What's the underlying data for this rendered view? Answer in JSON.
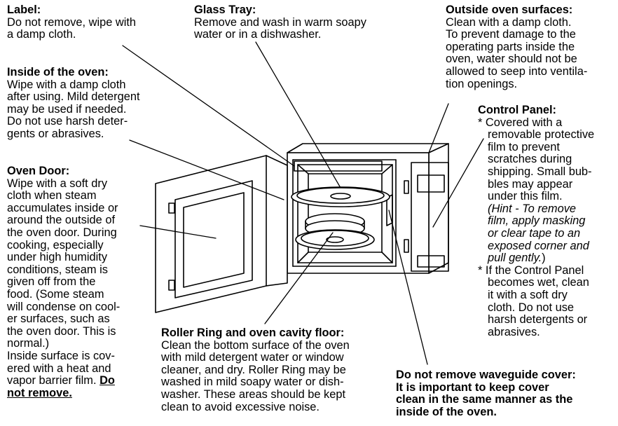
{
  "label": {
    "title": "Label:",
    "lines": [
      "Do not remove, wipe with",
      "a damp cloth."
    ]
  },
  "glass_tray": {
    "title": "Glass Tray:",
    "lines": [
      "Remove and wash in warm soapy",
      "water or in a dishwasher."
    ]
  },
  "outside_surfaces": {
    "title": "Outside oven surfaces:",
    "lines": [
      "Clean with a damp cloth.",
      "To prevent damage to the",
      "operating parts inside the",
      "oven, water should not be",
      "allowed to seep into ventila-",
      "tion openings."
    ]
  },
  "inside_oven": {
    "title": "Inside of the oven:",
    "lines": [
      "Wipe with a damp cloth",
      "after using. Mild detergent",
      "may be used if needed.",
      "Do not use harsh deter-",
      "gents or abrasives."
    ]
  },
  "control_panel": {
    "title": "Control Panel:",
    "lines": [
      "* Covered with a",
      "removable protective",
      "film to prevent",
      "scratches during",
      "shipping.  Small bub-",
      "bles may appear",
      "under this film."
    ],
    "hint_lines": [
      "(Hint - To remove",
      "film, apply masking",
      "or clear tape to an",
      "exposed corner and",
      "pull gently."
    ],
    "hint_close": ")",
    "lines2": [
      "* If the Control Panel",
      "becomes wet, clean",
      "it with a soft dry",
      "cloth. Do not use",
      "harsh detergents or",
      "abrasives."
    ]
  },
  "oven_door": {
    "title": "Oven Door:",
    "lines": [
      "Wipe with a soft dry",
      "cloth when steam",
      "accumulates inside or",
      "around the outside of",
      "the oven door. During",
      "cooking, especially",
      "under high humidity",
      "conditions, steam is",
      "given off from the",
      "food. (Some steam",
      "will condense on cool-",
      "er surfaces, such as",
      "the oven door. This is",
      "normal.)",
      "Inside surface is cov-",
      "ered with a heat and"
    ],
    "last_prefix": "vapor barrier film. ",
    "emph1": "Do",
    "emph2": "not remove."
  },
  "roller_ring": {
    "title": "Roller Ring and oven cavity floor:",
    "lines": [
      "Clean the bottom surface of the oven",
      "with mild detergent water or window",
      "cleaner, and dry. Roller Ring may be",
      "washed in mild soapy water or dish-",
      "washer. These areas should be kept",
      "clean to avoid excessive noise."
    ]
  },
  "waveguide": {
    "title": "Do not remove waveguide cover:",
    "lines": [
      "It is important to keep cover",
      "clean in the same manner as the",
      "inside of the oven."
    ]
  }
}
